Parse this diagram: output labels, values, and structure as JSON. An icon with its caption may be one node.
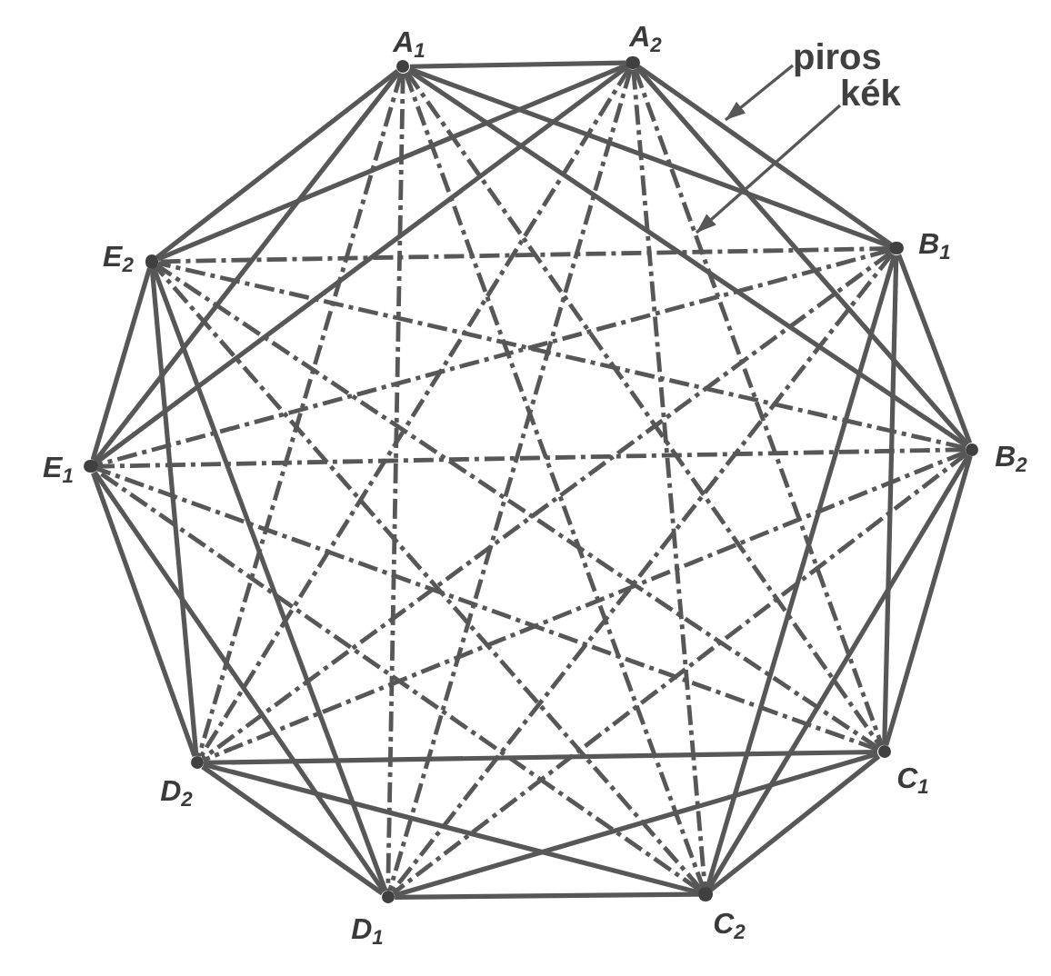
{
  "diagram": {
    "nodes": [
      {
        "text": [],
        "shape": "circle",
        "beside": [
          "A$_{1}$"
        ]
      },
      {
        "text": [],
        "shape": "circle",
        "beside": [
          "A$_{2}$"
        ]
      },
      {
        "text": [],
        "shape": "circle",
        "beside": [
          "B$_{1}$"
        ]
      },
      {
        "text": [],
        "shape": "circle",
        "beside": [
          "B$_{2}$"
        ]
      },
      {
        "text": [],
        "shape": "circle",
        "beside": [
          "C$_{1}$"
        ]
      },
      {
        "text": [],
        "shape": "circle",
        "beside": [
          "C$_{2}$"
        ]
      },
      {
        "text": [],
        "shape": "circle",
        "beside": [
          "D$_{1}$"
        ]
      },
      {
        "text": [],
        "shape": "circle",
        "beside": [
          "D$_{2}$"
        ]
      },
      {
        "text": [],
        "shape": "circle",
        "beside": [
          "E$_{1}$"
        ]
      },
      {
        "text": [],
        "shape": "circle",
        "beside": [
          "E$_{2}$"
        ]
      },
      {
        "text": [
          "piros"
        ]
      },
      {
        "text": [
          "kék"
        ]
      }
    ],
    "edges": [
      {
        "from": 0,
        "to": 1,
        "arrow": "none"
      },
      {
        "from": 0,
        "to": 2,
        "arrow": "none"
      },
      {
        "from": 0,
        "to": 3,
        "arrow": "none"
      },
      {
        "from": 0,
        "to": 4,
        "arrow": "none",
        "style": "dashed"
      },
      {
        "from": 0,
        "to": 5,
        "arrow": "none",
        "style": "dashed"
      },
      {
        "from": 0,
        "to": 6,
        "arrow": "none",
        "style": "dashed"
      },
      {
        "from": 0,
        "to": 7,
        "arrow": "none",
        "style": "dashed"
      },
      {
        "from": 0,
        "to": 8,
        "arrow": "none"
      },
      {
        "from": 0,
        "to": 9,
        "arrow": "none"
      },
      {
        "from": 1,
        "to": 2,
        "arrow": "none"
      },
      {
        "from": 1,
        "to": 3,
        "arrow": "none"
      },
      {
        "from": 1,
        "to": 4,
        "arrow": "none",
        "style": "dashed"
      },
      {
        "from": 1,
        "to": 5,
        "arrow": "none",
        "style": "dashed"
      },
      {
        "from": 1,
        "to": 6,
        "arrow": "none",
        "style": "dashed"
      },
      {
        "from": 1,
        "to": 7,
        "arrow": "none",
        "style": "dashed"
      },
      {
        "from": 1,
        "to": 8,
        "arrow": "none"
      },
      {
        "from": 1,
        "to": 9,
        "arrow": "none"
      },
      {
        "from": 2,
        "to": 3,
        "arrow": "none"
      },
      {
        "from": 2,
        "to": 4,
        "arrow": "none"
      },
      {
        "from": 2,
        "to": 5,
        "arrow": "none"
      },
      {
        "from": 2,
        "to": 6,
        "arrow": "none",
        "style": "dashed"
      },
      {
        "from": 2,
        "to": 7,
        "arrow": "none",
        "style": "dashed"
      },
      {
        "from": 2,
        "to": 8,
        "arrow": "none",
        "style": "dashed"
      },
      {
        "from": 2,
        "to": 9,
        "arrow": "none",
        "style": "dashed"
      },
      {
        "from": 3,
        "to": 4,
        "arrow": "none"
      },
      {
        "from": 3,
        "to": 5,
        "arrow": "none"
      },
      {
        "from": 3,
        "to": 6,
        "arrow": "none",
        "style": "dashed"
      },
      {
        "from": 3,
        "to": 7,
        "arrow": "none",
        "style": "dashed"
      },
      {
        "from": 3,
        "to": 8,
        "arrow": "none",
        "style": "dashed"
      },
      {
        "from": 3,
        "to": 9,
        "arrow": "none",
        "style": "dashed"
      },
      {
        "from": 4,
        "to": 5,
        "arrow": "none"
      },
      {
        "from": 4,
        "to": 6,
        "arrow": "none"
      },
      {
        "from": 4,
        "to": 7,
        "arrow": "none"
      },
      {
        "from": 4,
        "to": 8,
        "arrow": "none",
        "style": "dashed"
      },
      {
        "from": 4,
        "to": 9,
        "arrow": "none",
        "style": "dashed"
      },
      {
        "from": 5,
        "to": 6,
        "arrow": "none"
      },
      {
        "from": 5,
        "to": 7,
        "arrow": "none"
      },
      {
        "from": 5,
        "to": 8,
        "arrow": "none",
        "style": "dashed"
      },
      {
        "from": 5,
        "to": 9,
        "arrow": "none",
        "style": "dashed"
      },
      {
        "from": 6,
        "to": 7,
        "arrow": "none"
      },
      {
        "from": 6,
        "to": 8,
        "arrow": "none"
      },
      {
        "from": 6,
        "to": 9,
        "arrow": "none"
      },
      {
        "from": 7,
        "to": 8,
        "arrow": "none"
      },
      {
        "from": 7,
        "to": 9,
        "arrow": "none"
      },
      {
        "from": 8,
        "to": 9,
        "arrow": "none"
      },
      {
        "from": 10,
        "to": null,
        "arrow": "to"
      },
      {
        "from": 11,
        "to": null,
        "arrow": "to"
      }
    ]
  }
}
